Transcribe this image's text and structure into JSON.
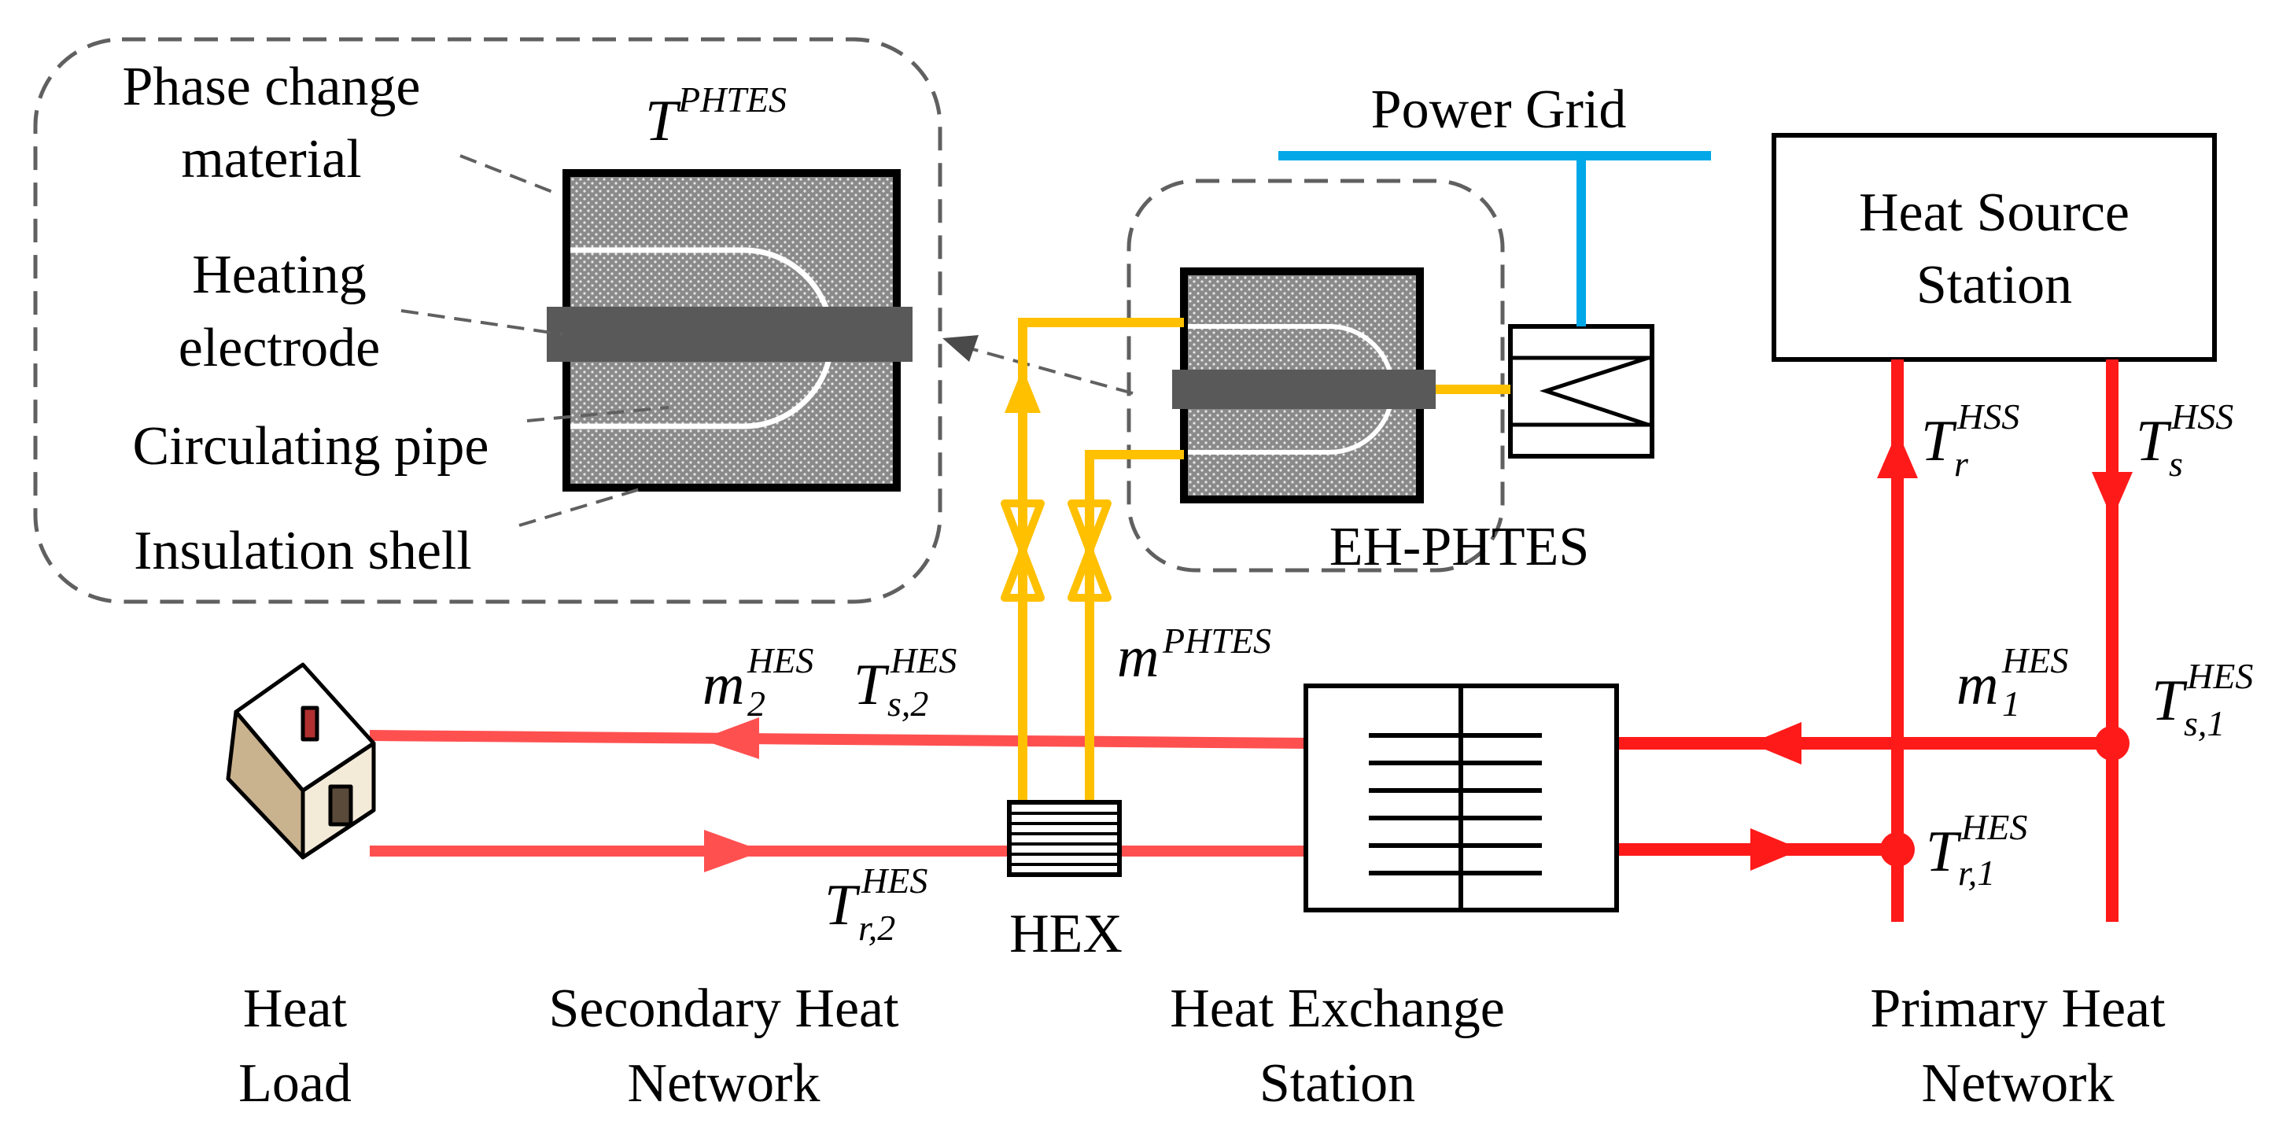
{
  "labels": {
    "phase_change_material_line1": "Phase change",
    "phase_change_material_line2": "material",
    "heating_electrode_line1": "Heating",
    "heating_electrode_line2": "electrode",
    "circulating_pipe": "Circulating pipe",
    "insulation_shell": "Insulation shell",
    "power_grid": "Power Grid",
    "eh_phtes": "EH-PHTES",
    "heat_source_line1": "Heat Source",
    "heat_source_line2": "Station",
    "hex": "HEX",
    "heat_load_line1": "Heat",
    "heat_load_line2": "Load",
    "secondary_line1": "Secondary Heat",
    "secondary_line2": "Network",
    "exchange_line1": "Heat Exchange",
    "exchange_line2": "Station",
    "primary_line1": "Primary Heat",
    "primary_line2": "Network"
  },
  "symbols": {
    "t_phtes": {
      "main": "T",
      "sup": "PHTES",
      "sub": ""
    },
    "m_phtes": {
      "main": "m",
      "sup": "PHTES",
      "sub": ""
    },
    "t_r_hss": {
      "main": "T",
      "sup": "HSS",
      "sub": "r"
    },
    "t_s_hss": {
      "main": "T",
      "sup": "HSS",
      "sub": "s"
    },
    "m2_hes": {
      "main": "m",
      "sup": "HES",
      "sub": "2"
    },
    "t_s2_hes": {
      "main": "T",
      "sup": "HES",
      "sub": "s,2"
    },
    "m1_hes": {
      "main": "m",
      "sup": "HES",
      "sub": "1"
    },
    "t_s1_hes": {
      "main": "T",
      "sup": "HES",
      "sub": "s,1"
    },
    "t_r1_hes": {
      "main": "T",
      "sup": "HES",
      "sub": "r,1"
    },
    "t_r2_hes": {
      "main": "T",
      "sup": "HES",
      "sub": "r,2"
    }
  },
  "colors": {
    "primary_pipe": "#ff1a1a",
    "secondary_pipe": "#ff5050",
    "storage_pipe": "#ffc000",
    "power_line": "#00a8e8",
    "electrode": "#595959",
    "dashed": "#606060"
  },
  "icons": {
    "house": "house-icon",
    "valve": "valve-icon",
    "heater": "electric-heater-icon",
    "hex": "heat-exchanger-icon"
  }
}
